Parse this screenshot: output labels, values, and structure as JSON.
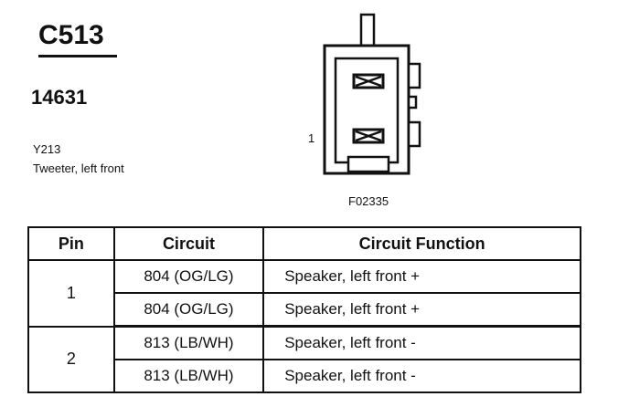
{
  "connector": {
    "id": "C513",
    "part_number": "14631",
    "code": "Y213",
    "description": "Tweeter, left front",
    "pin_callout": "1",
    "figure_id": "F02335"
  },
  "table": {
    "headers": [
      "Pin",
      "Circuit",
      "Circuit Function"
    ],
    "groups": [
      {
        "pin": "1",
        "rows": [
          {
            "circuit": "804 (OG/LG)",
            "function": "Speaker, left front +"
          },
          {
            "circuit": "804 (OG/LG)",
            "function": "Speaker, left front +"
          }
        ]
      },
      {
        "pin": "2",
        "rows": [
          {
            "circuit": "813 (LB/WH)",
            "function": "Speaker, left front -"
          },
          {
            "circuit": "813 (LB/WH)",
            "function": "Speaker, left front -"
          }
        ]
      }
    ]
  }
}
